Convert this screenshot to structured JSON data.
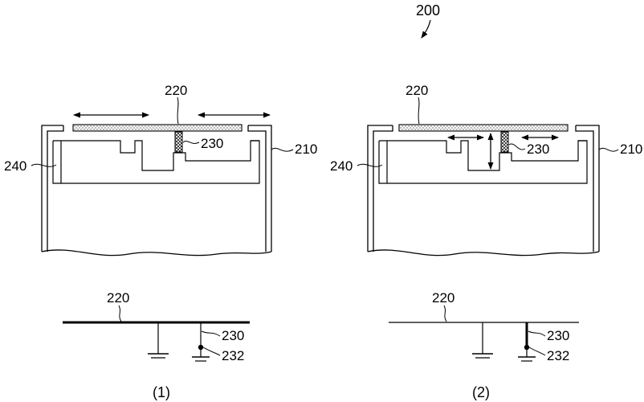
{
  "figure": {
    "number": "200",
    "panels": [
      {
        "caption": "(1)",
        "labels": {
          "board": "220",
          "contact": "230",
          "housing": "210",
          "bracket": "240"
        },
        "circuit": {
          "line": "220",
          "contact": "230",
          "switch": "232"
        }
      },
      {
        "caption": "(2)",
        "labels": {
          "board": "220",
          "contact": "230",
          "housing": "210",
          "bracket": "240"
        },
        "circuit": {
          "line": "220",
          "contact": "230",
          "switch": "232"
        }
      }
    ]
  }
}
